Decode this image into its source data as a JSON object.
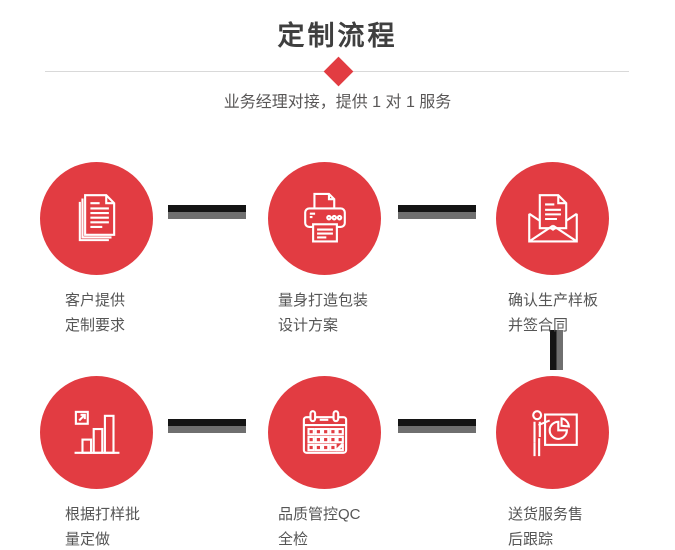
{
  "header": {
    "title": "定制流程",
    "subtitle": "业务经理对接，提供 1 对 1 服务"
  },
  "steps": [
    {
      "icon": "documents-icon",
      "label_line1": "客户提供",
      "label_line2": "定制要求"
    },
    {
      "icon": "printer-icon",
      "label_line1": "量身打造包装",
      "label_line2": "设计方案"
    },
    {
      "icon": "envelope-icon",
      "label_line1": "确认生产样板",
      "label_line2": "并签合同"
    },
    {
      "icon": "bar-chart-icon",
      "label_line1": "根据打样批",
      "label_line2": "量定做"
    },
    {
      "icon": "calendar-icon",
      "label_line1": "品质管控QC",
      "label_line2": "全检"
    },
    {
      "icon": "presentation-icon",
      "label_line1": "送货服务售",
      "label_line2": "后跟踪"
    }
  ],
  "colors": {
    "accent_red": "#e23c42",
    "connector_black": "#141414",
    "connector_gray": "#6f6f6f",
    "title_text": "#3f3f3f",
    "body_text": "#595757",
    "divider_line": "#d9d9d9"
  }
}
